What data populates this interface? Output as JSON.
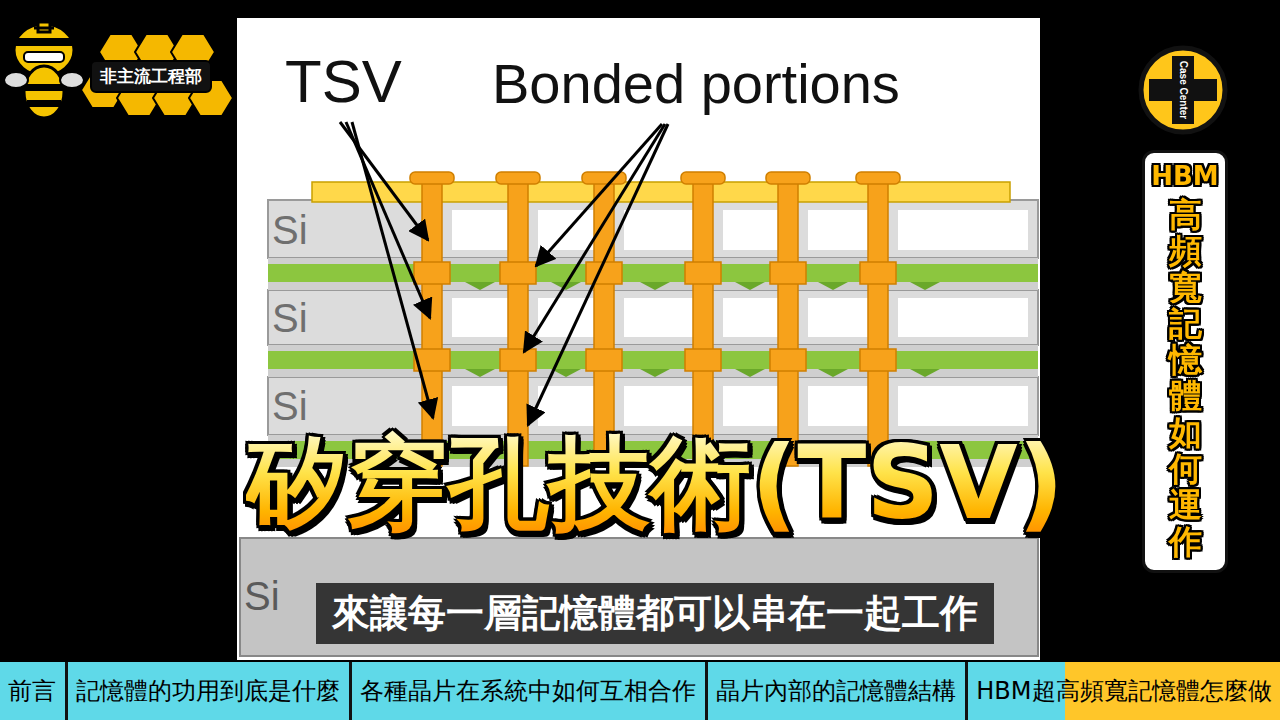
{
  "diagram": {
    "title": "矽穿孔技術(TSV)",
    "caption": "來讓每一層記憶體都可以串在一起工作",
    "nodes": [
      {
        "text": [
          "非主流工程部"
        ]
      },
      {
        "text": [
          "Case Center"
        ]
      },
      {
        "text": [
          "HBM",
          "高頻寬記憶體如何運作"
        ]
      },
      {
        "text": [
          "前言"
        ]
      },
      {
        "text": [
          "記憶體的功用到底是什麼"
        ]
      },
      {
        "text": [
          "各種晶片在系統中如何互相合作"
        ]
      },
      {
        "text": [
          "晶片內部的記憶體結構"
        ]
      },
      {
        "text": [
          "HBM超高頻寬記憶體怎麼做"
        ]
      }
    ],
    "labels": [
      "TSV",
      "Bonded portions",
      "Si",
      "Si",
      "Si",
      "Si"
    ]
  }
}
